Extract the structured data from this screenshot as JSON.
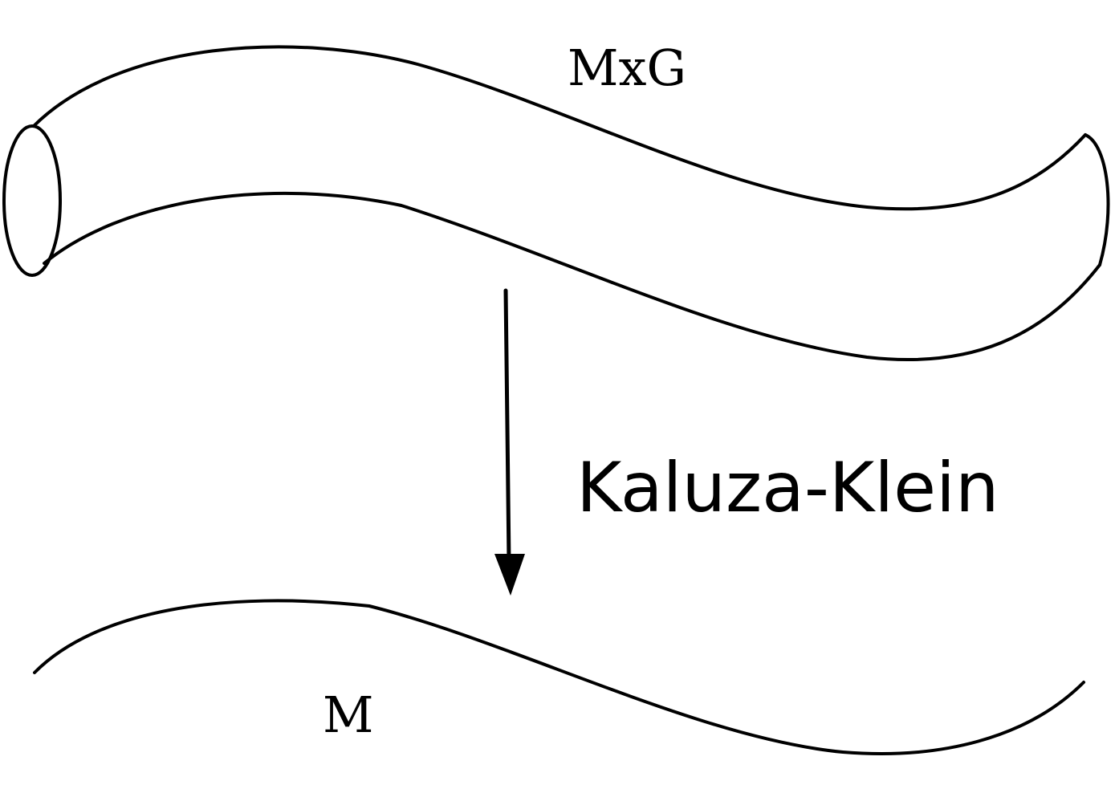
{
  "diagram": {
    "top_label": "MxG",
    "bottom_label": "M",
    "arrow_label": "Kaluza-Klein"
  },
  "style": {
    "stroke_color": "#000000",
    "background_color": "#ffffff"
  }
}
